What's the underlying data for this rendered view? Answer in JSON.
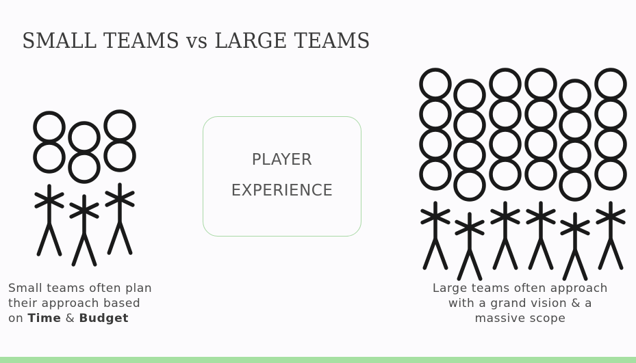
{
  "slide": {
    "title": "SMALL TEAMS vs LARGE TEAMS",
    "center_box": {
      "line1": "PLAYER",
      "line2": "EXPERIENCE"
    },
    "small_caption": {
      "line1": "Small teams often plan",
      "line2": "their approach based",
      "line3_prefix": "on ",
      "line3_strong1": "Time",
      "line3_mid": " & ",
      "line3_strong2": "Budget"
    },
    "large_caption": {
      "line1": "Large teams often approach",
      "line2": "with a grand vision & a",
      "line3": "massive scope"
    },
    "small_team_count": 3,
    "large_team_count": 6,
    "accent_color": "#a6e0a2",
    "icon": "stick-figure-icon"
  }
}
